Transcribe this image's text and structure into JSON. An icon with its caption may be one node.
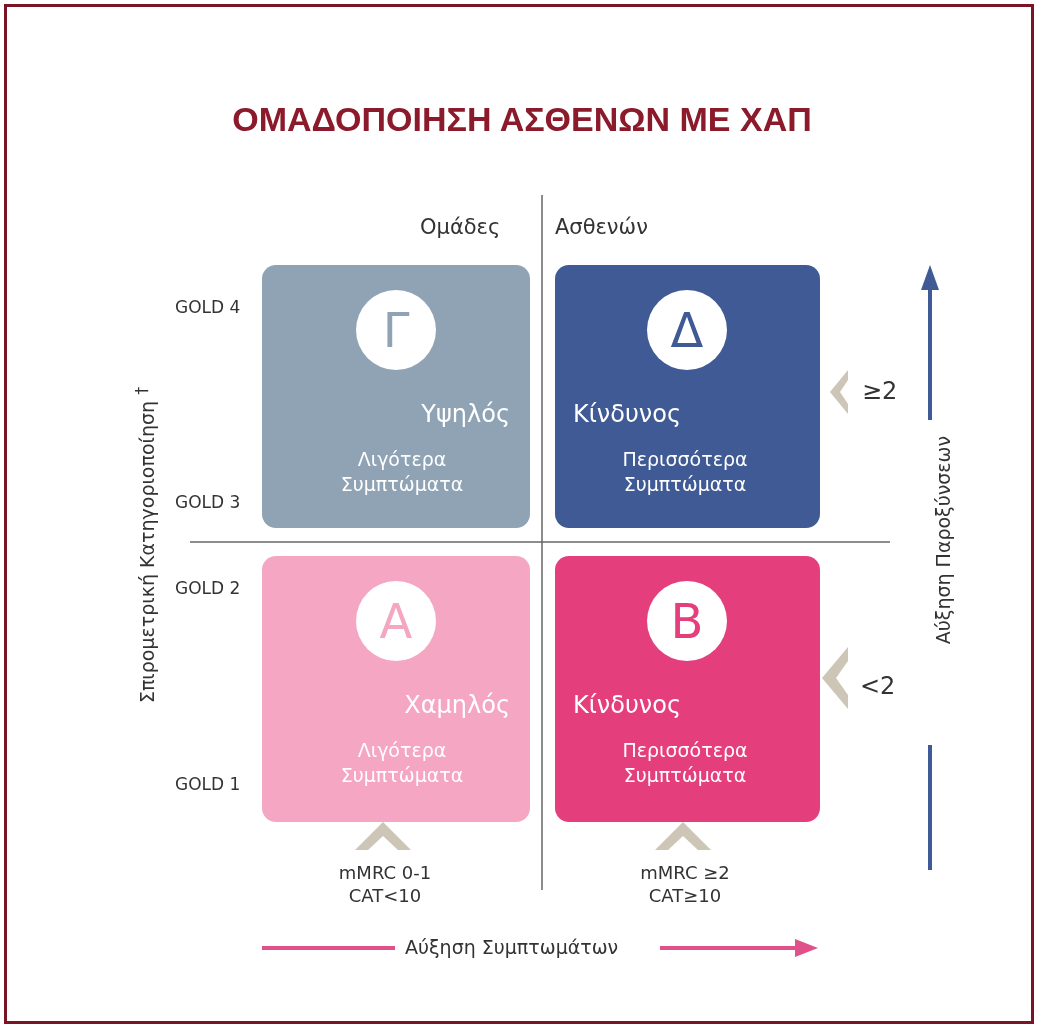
{
  "diagram": {
    "title": "ΟΜΑΔΟΠΟΙΗΣΗ ΑΣΘΕΝΩΝ ΜΕ ΧΑΠ",
    "nodes": [
      {
        "text": [
          "Υψηλός",
          "Λιγότερα Συμπτώματα"
        ]
      },
      {
        "text": [
          "Γ"
        ],
        "in": 0
      },
      {
        "text": [
          "Κίνδυνος",
          "Περισσότερα Συμπτώματα"
        ]
      },
      {
        "text": [
          "Δ"
        ],
        "in": 2
      },
      {
        "text": [
          "Χαμηλός",
          "Λιγότερα Συμπτώματα"
        ]
      },
      {
        "text": [
          "Α"
        ],
        "in": 4
      },
      {
        "text": [
          "Κίνδυνος",
          "Περισσότερα Συμπτώματα"
        ]
      },
      {
        "text": [
          "Β"
        ],
        "in": 6
      }
    ],
    "labels": [
      "Ομάδες",
      "Ασθενών",
      "Σπιρομετρική Κατηγοριοποίηση $^{†}$",
      "GOLD 4",
      "GOLD 3",
      "GOLD 2",
      "GOLD 1",
      "≥2",
      "<2",
      "Αύξηση Παροξύνσεων",
      "mMRC 0-1 CAT<10",
      "mMRC ≥2 CAT≥10",
      "Αύξηση Συμπτωμάτων"
    ]
  }
}
